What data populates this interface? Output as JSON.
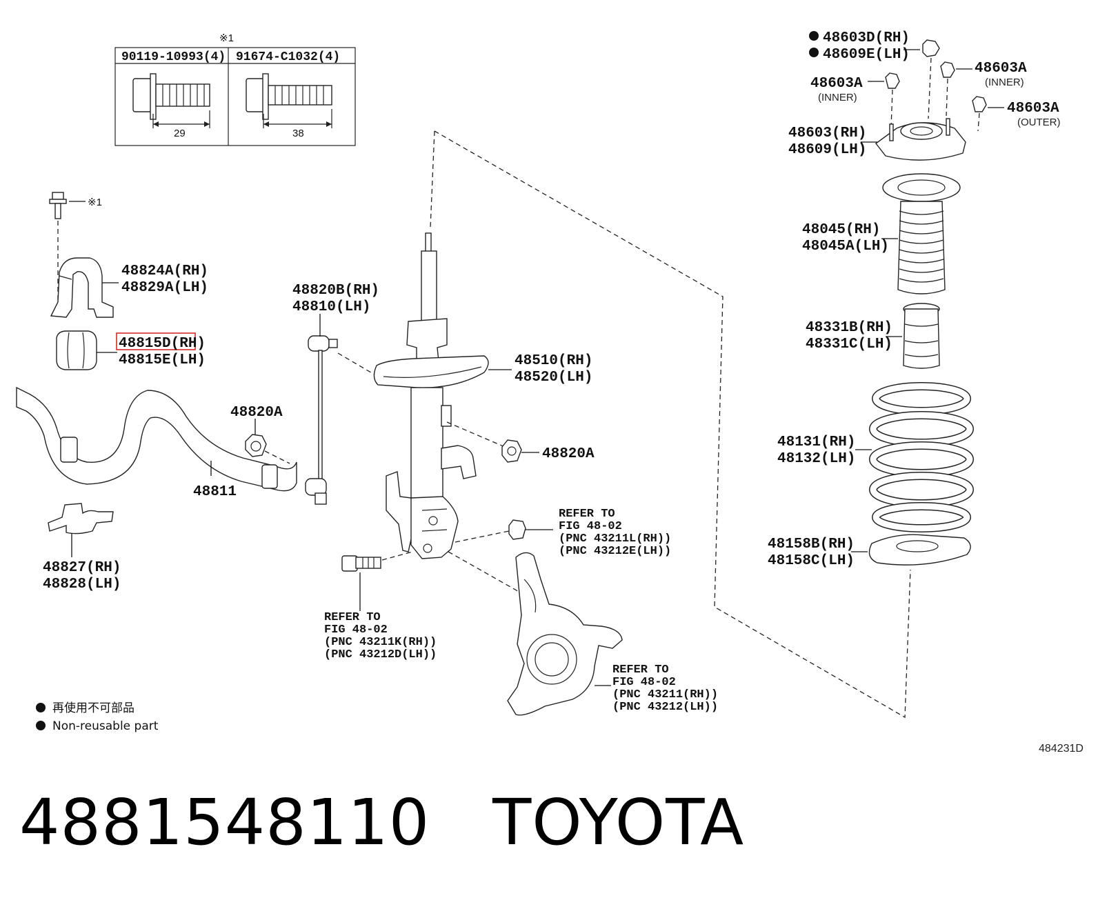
{
  "colors": {
    "highlight": "#d42a2a",
    "line": "#222222",
    "background": "#ffffff"
  },
  "fastener_table": {
    "note_mark": "※1",
    "col1": {
      "part": "90119-10993(4)",
      "dimension": "29"
    },
    "col2": {
      "part": "91674-C1032(4)",
      "dimension": "38"
    }
  },
  "bolt_note": "※1",
  "parts": {
    "p48824": {
      "rh": "48824A(RH)",
      "lh": "48829A(LH)"
    },
    "p48815": {
      "rh": "48815D(RH)",
      "lh": "48815E(LH)"
    },
    "p48811": "48811",
    "p48827": {
      "rh": "48827(RH)",
      "lh": "48828(LH)"
    },
    "p48820A_left": "48820A",
    "p48820B": {
      "rh": "48820B(RH)",
      "lh": "48810(LH)"
    },
    "p48510": {
      "rh": "48510(RH)",
      "lh": "48520(LH)"
    },
    "p48820A_right": "48820A",
    "p48603D": {
      "rh": "48603D(RH)",
      "lh": "48609E(LH)"
    },
    "p48603A_inner_left": {
      "num": "48603A",
      "note": "(INNER)"
    },
    "p48603A_inner_right": {
      "num": "48603A",
      "note": "(INNER)"
    },
    "p48603A_outer": {
      "num": "48603A",
      "note": "(OUTER)"
    },
    "p48603": {
      "rh": "48603(RH)",
      "lh": "48609(LH)"
    },
    "p48045": {
      "rh": "48045(RH)",
      "lh": "48045A(LH)"
    },
    "p48331": {
      "rh": "48331B(RH)",
      "lh": "48331C(LH)"
    },
    "p48131": {
      "rh": "48131(RH)",
      "lh": "48132(LH)"
    },
    "p48158": {
      "rh": "48158B(RH)",
      "lh": "48158C(LH)"
    }
  },
  "refs": {
    "bolt": [
      "REFER TO",
      "FIG 48-02",
      "(PNC 43211K(RH))",
      "(PNC 43212D(LH))"
    ],
    "nut": [
      "REFER TO",
      "FIG 48-02",
      "(PNC 43211L(RH))",
      "(PNC 43212E(LH))"
    ],
    "knuckle": [
      "REFER TO",
      "FIG 48-02",
      "(PNC 43211(RH))",
      "(PNC 43212(LH))"
    ]
  },
  "legend": {
    "jp": "再使用不可部品",
    "en": "Non-reusable part"
  },
  "figure_code": "484231D",
  "caption": {
    "part_number": "4881548110",
    "brand": "TOYOTA"
  }
}
